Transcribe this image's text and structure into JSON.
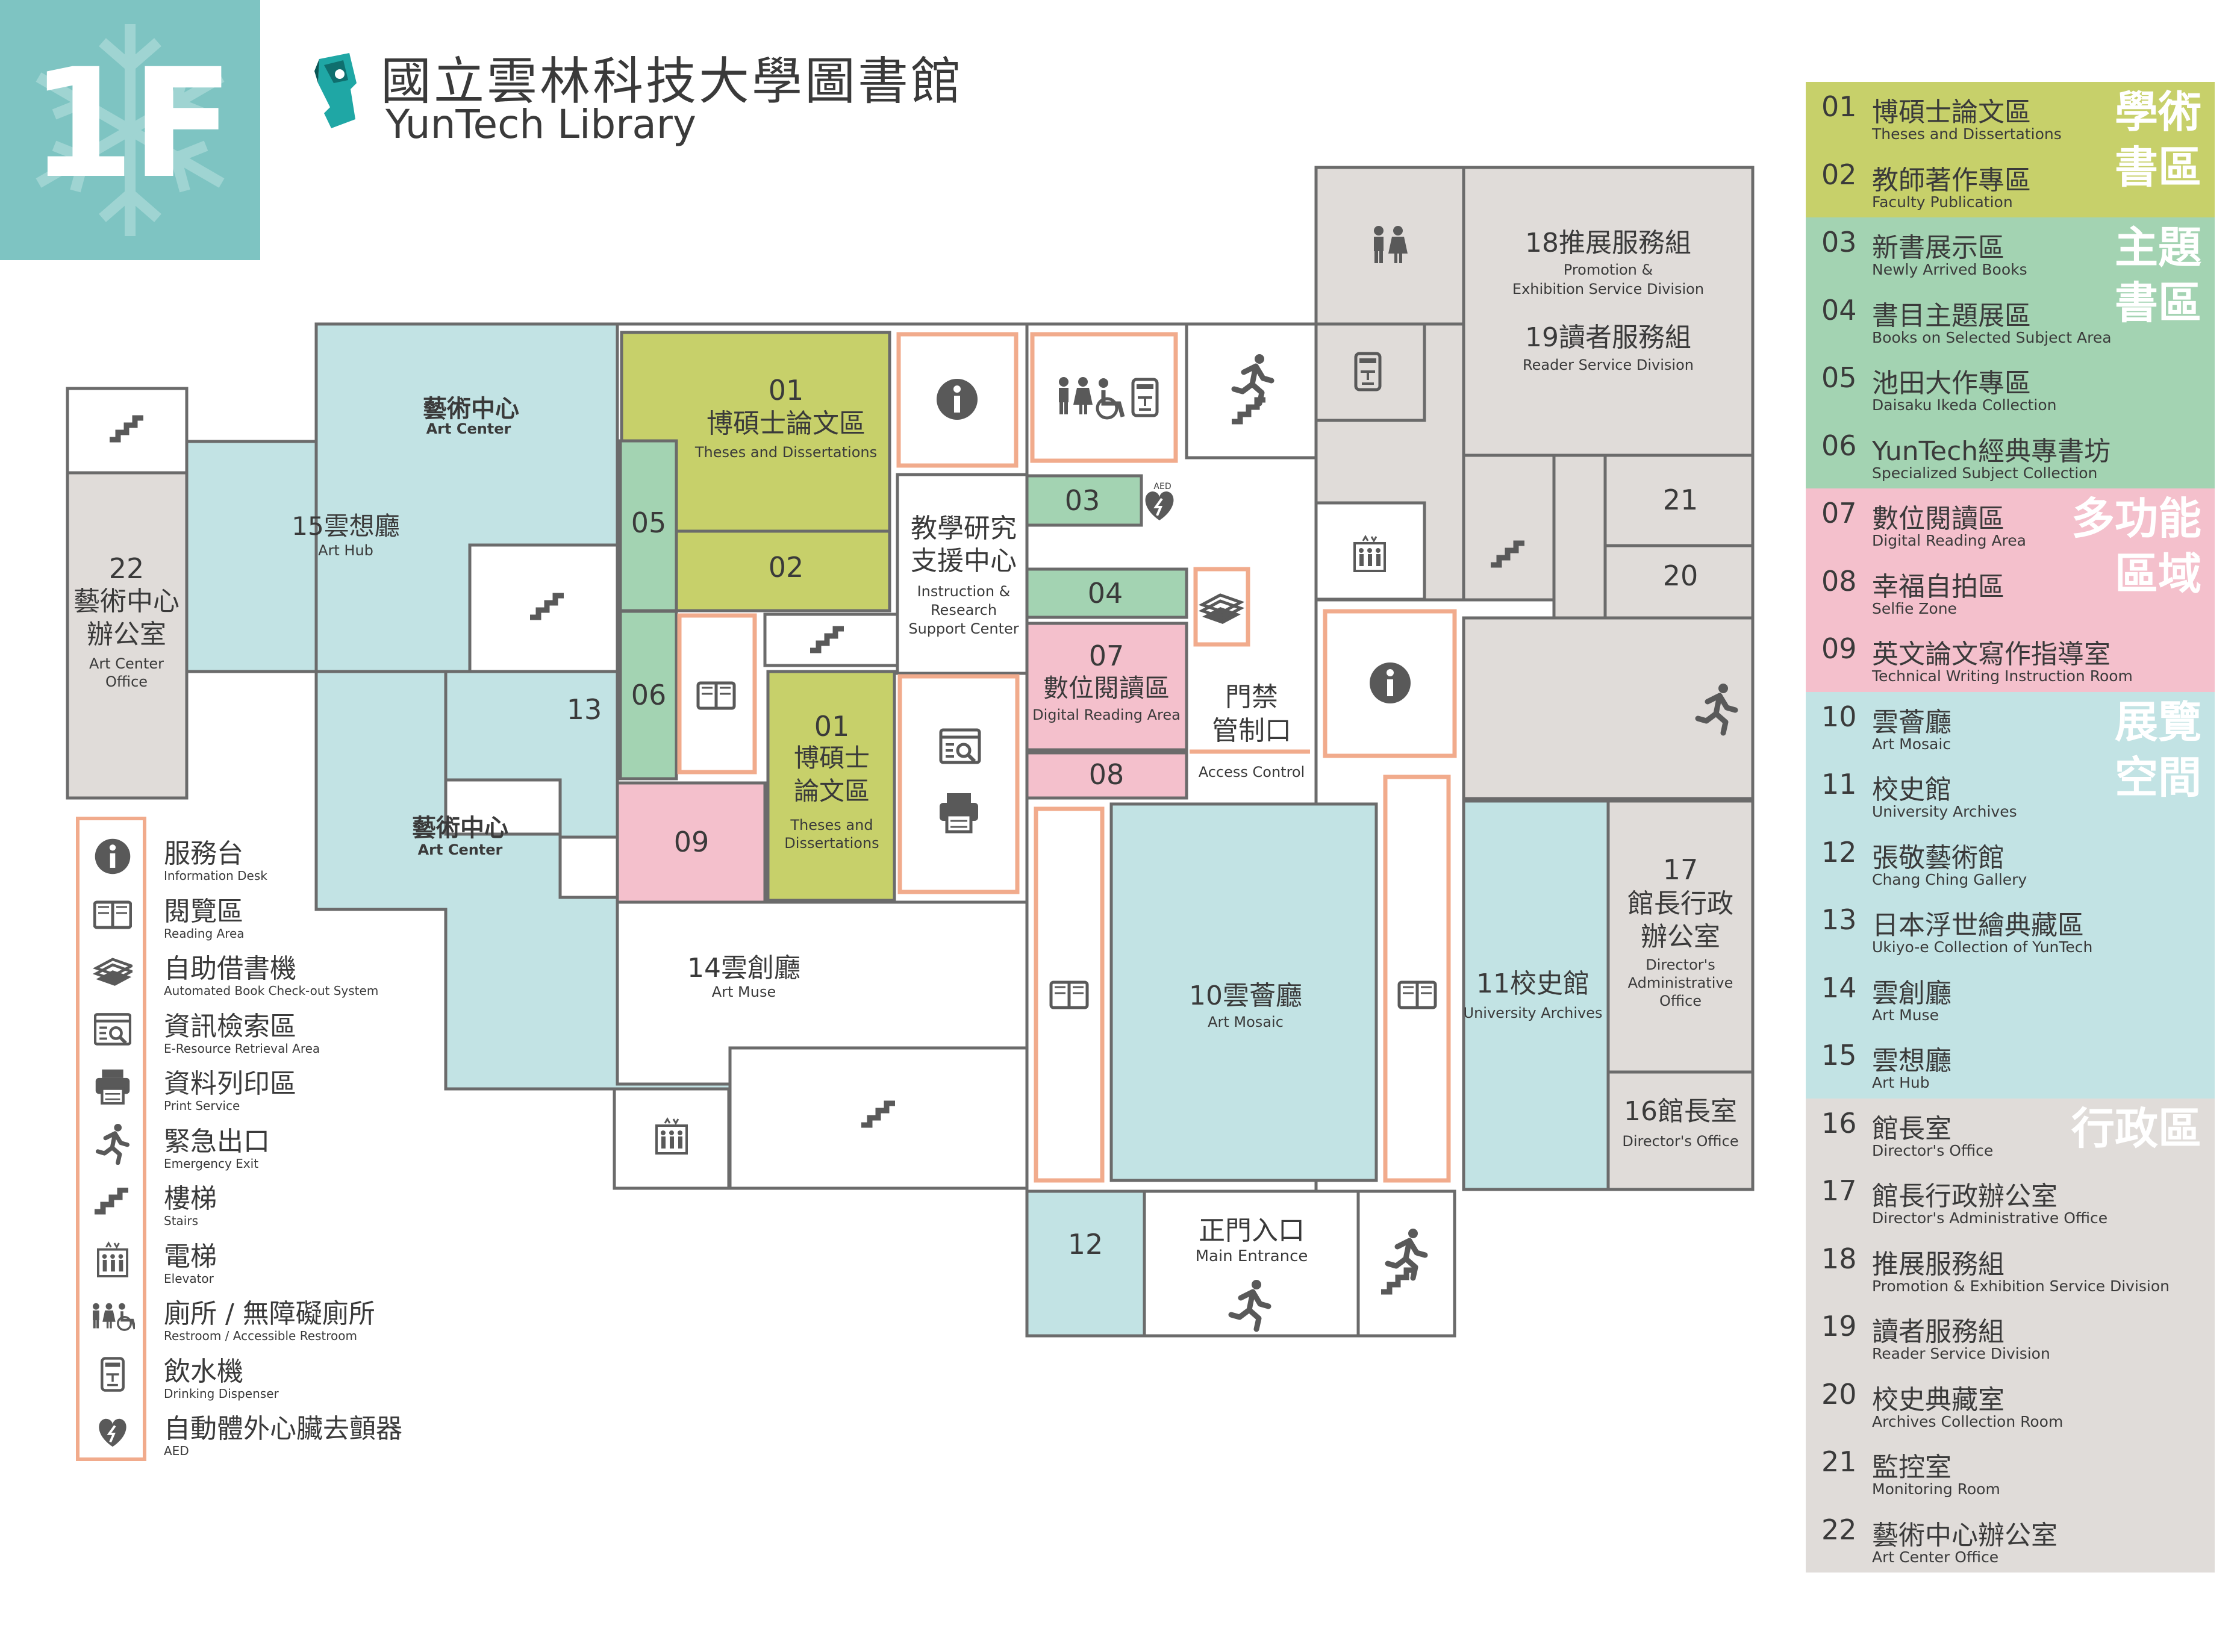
{
  "header": {
    "floor": "1F",
    "title_zh": "國立雲林科技大學圖書館",
    "title_en": "YunTech Library"
  },
  "colors": {
    "academic": "#c7d06a",
    "thematic": "#a3d3b2",
    "multifunction": "#f4c0cc",
    "exhibition": "#c2e3e4",
    "admin": "#e0dcd9",
    "brand_teal": "#7ec4c2",
    "highlight": "#f1ab8c",
    "wall": "#6b6b6b"
  },
  "map": {
    "art_center_top_zh": "藝術中心",
    "art_center_top_en": "Art Center",
    "art_hub_zh": "15雲想廳",
    "art_hub_en": "Art Hub",
    "office22_num": "22",
    "office22_zh1": "藝術中心",
    "office22_zh2": "辦公室",
    "office22_en1": "Art Center",
    "office22_en2": "Office",
    "art_center_bottom_zh": "藝術中心",
    "art_center_bottom_en": "Art Center",
    "r13": "13",
    "art_muse_zh": "14雲創廳",
    "art_muse_en": "Art Muse",
    "theses_top_num": "01",
    "theses_top_zh": "博碩士論文區",
    "theses_top_en": "Theses and Dissertations",
    "r05": "05",
    "r02": "02",
    "r06": "06",
    "r09": "09",
    "theses_low_num": "01",
    "theses_low_zh1": "博碩士",
    "theses_low_zh2": "論文區",
    "theses_low_en1": "Theses and",
    "theses_low_en2": "Dissertations",
    "irsc_zh1": "教學研究",
    "irsc_zh2": "支援中心",
    "irsc_en1": "Instruction &",
    "irsc_en2": "Research",
    "irsc_en3": "Support Center",
    "r03": "03",
    "r04": "04",
    "digital_num": "07",
    "digital_zh": "數位閱讀區",
    "digital_en": "Digital Reading Area",
    "r08": "08",
    "access_zh1": "門禁",
    "access_zh2": "管制口",
    "access_en": "Access Control",
    "mosaic_zh": "10雲薈廳",
    "mosaic_en": "Art Mosaic",
    "archives_zh": "11校史館",
    "archives_en": "University Archives",
    "r17_num": "17",
    "r17_zh1": "館長行政",
    "r17_zh2": "辦公室",
    "r17_en1": "Director's",
    "r17_en2": "Administrative",
    "r17_en3": "Office",
    "r16_zh": "16館長室",
    "r16_en": "Director's Office",
    "r12": "12",
    "entrance_zh": "正門入口",
    "entrance_en": "Main Entrance",
    "r18_zh": "18推展服務組",
    "r18_en1": "Promotion &",
    "r18_en2": "Exhibition Service Division",
    "r19_zh": "19讀者服務組",
    "r19_en": "Reader Service Division",
    "r21": "21",
    "r20": "20",
    "aed_small": "AED"
  },
  "legend": [
    {
      "icon": "info-icon",
      "zh": "服務台",
      "en": "Information Desk"
    },
    {
      "icon": "book-icon",
      "zh": "閱覽區",
      "en": "Reading Area"
    },
    {
      "icon": "book-stack-icon",
      "zh": "自助借書機",
      "en": "Automated Book Check-out System"
    },
    {
      "icon": "search-screen-icon",
      "zh": "資訊檢索區",
      "en": "E-Resource Retrieval Area"
    },
    {
      "icon": "printer-icon",
      "zh": "資料列印區",
      "en": "Print Service"
    },
    {
      "icon": "emergency-exit-icon",
      "zh": "緊急出口",
      "en": "Emergency Exit"
    },
    {
      "icon": "stairs-icon",
      "zh": "樓梯",
      "en": "Stairs"
    },
    {
      "icon": "elevator-icon",
      "zh": "電梯",
      "en": "Elevator"
    },
    {
      "icon": "restroom-icon",
      "zh": "廁所 / 無障礙廁所",
      "en": "Restroom / Accessible Restroom"
    },
    {
      "icon": "water-dispenser-icon",
      "zh": "飲水機",
      "en": "Drinking Dispenser"
    },
    {
      "icon": "aed-icon",
      "zh": "自動體外心臟去顫器",
      "en": "AED"
    }
  ],
  "index": {
    "zones": [
      {
        "label1": "學術",
        "label2": "書區",
        "color": "#c7d06a"
      },
      {
        "label1": "主題",
        "label2": "書區",
        "color": "#a3d3b2"
      },
      {
        "label1": "多功能",
        "label2": "區域",
        "color": "#f4c0cc"
      },
      {
        "label1": "展覽",
        "label2": "空間",
        "color": "#c2e3e4"
      },
      {
        "label1": "行政區",
        "label2": "",
        "color": "#e0dcd9"
      }
    ],
    "items": [
      {
        "num": "01",
        "zh": "博碩士論文區",
        "en": "Theses and Dissertations"
      },
      {
        "num": "02",
        "zh": "教師著作專區",
        "en": "Faculty Publication"
      },
      {
        "num": "03",
        "zh": "新書展示區",
        "en": "Newly Arrived Books"
      },
      {
        "num": "04",
        "zh": "書目主題展區",
        "en": "Books on Selected Subject Area"
      },
      {
        "num": "05",
        "zh": "池田大作專區",
        "en": "Daisaku Ikeda Collection"
      },
      {
        "num": "06",
        "zh": "YunTech經典專書坊",
        "en": "Specialized Subject Collection"
      },
      {
        "num": "07",
        "zh": "數位閱讀區",
        "en": "Digital Reading Area"
      },
      {
        "num": "08",
        "zh": "幸福自拍區",
        "en": "Selfie Zone"
      },
      {
        "num": "09",
        "zh": "英文論文寫作指導室",
        "en": "Technical Writing Instruction Room"
      },
      {
        "num": "10",
        "zh": "雲薈廳",
        "en": "Art Mosaic"
      },
      {
        "num": "11",
        "zh": "校史館",
        "en": "University Archives"
      },
      {
        "num": "12",
        "zh": "張敬藝術館",
        "en": "Chang Ching Gallery"
      },
      {
        "num": "13",
        "zh": "日本浮世繪典藏區",
        "en": "Ukiyo-e Collection of YunTech"
      },
      {
        "num": "14",
        "zh": "雲創廳",
        "en": "Art Muse"
      },
      {
        "num": "15",
        "zh": "雲想廳",
        "en": "Art Hub"
      },
      {
        "num": "16",
        "zh": "館長室",
        "en": "Director's Office"
      },
      {
        "num": "17",
        "zh": "館長行政辦公室",
        "en": "Director's Administrative Office"
      },
      {
        "num": "18",
        "zh": "推展服務組",
        "en": "Promotion & Exhibition Service Division"
      },
      {
        "num": "19",
        "zh": "讀者服務組",
        "en": "Reader Service Division"
      },
      {
        "num": "20",
        "zh": "校史典藏室",
        "en": "Archives Collection Room"
      },
      {
        "num": "21",
        "zh": "監控室",
        "en": "Monitoring Room"
      },
      {
        "num": "22",
        "zh": "藝術中心辦公室",
        "en": "Art Center Office"
      }
    ]
  }
}
